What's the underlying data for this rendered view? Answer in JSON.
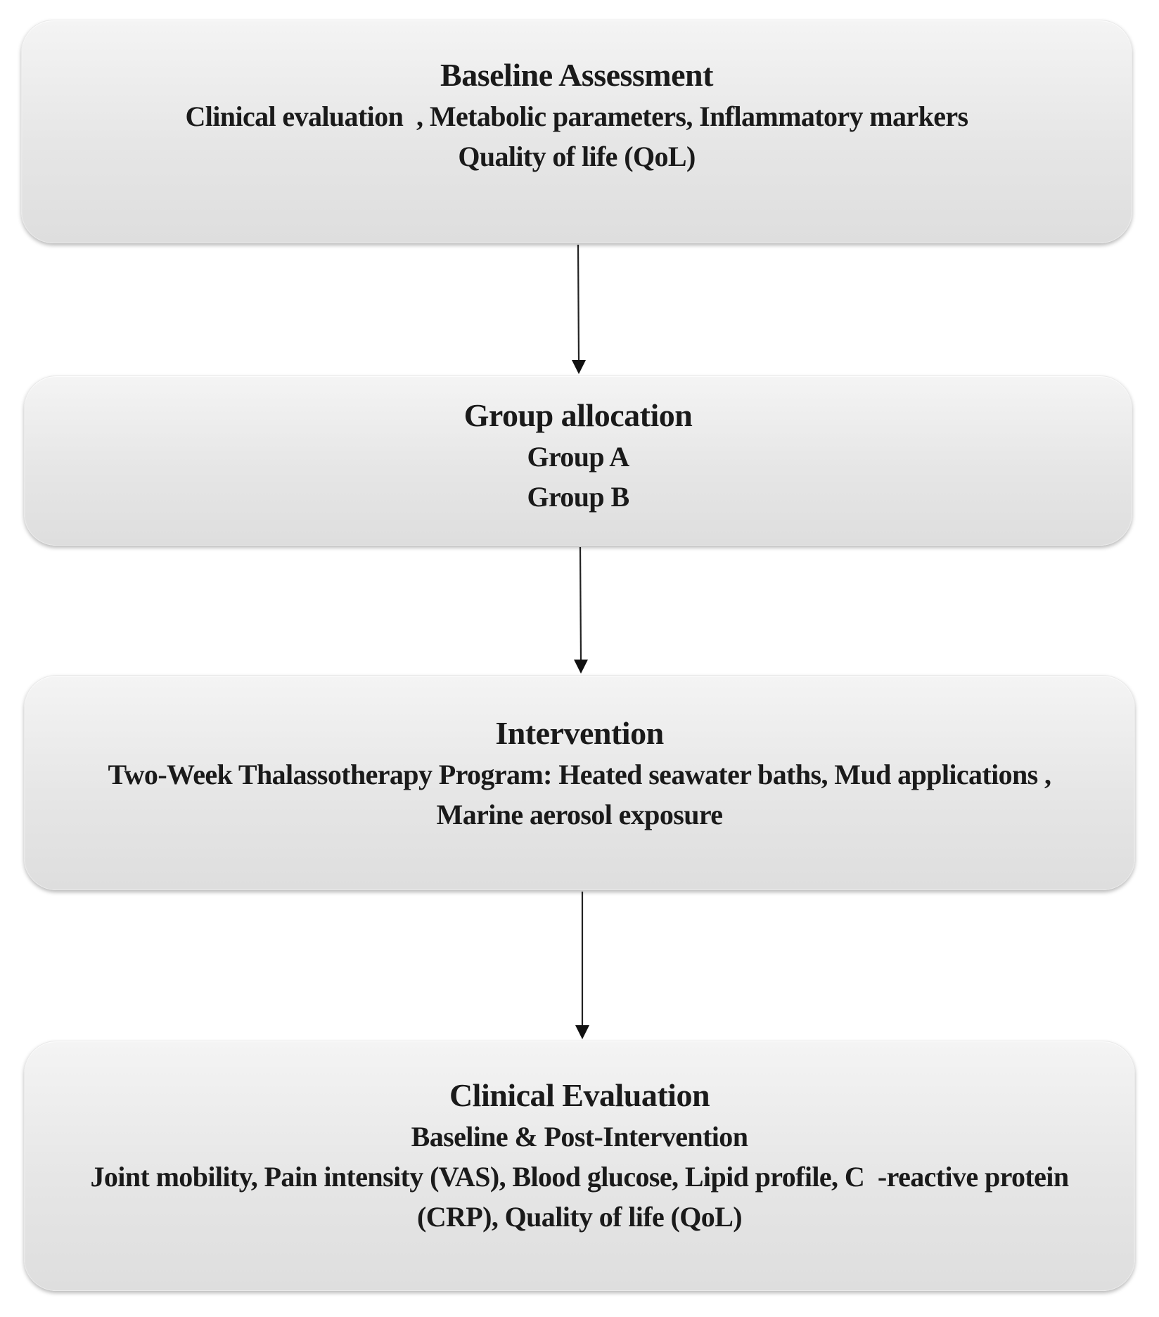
{
  "boxes": [
    {
      "title": "Baseline Assessment",
      "lines": [
        "Clinical evaluation  , Metabolic parameters, Inflammatory markers",
        "Quality of life (QoL)"
      ]
    },
    {
      "title": "Group allocation",
      "lines": [
        "Group A",
        "Group B"
      ]
    },
    {
      "title": "Intervention",
      "lines": [
        "Two-Week Thalassotherapy Program: Heated seawater baths, Mud applications ,",
        "Marine aerosol exposure"
      ]
    },
    {
      "title": "Clinical Evaluation",
      "lines": [
        "Baseline & Post-Intervention",
        "Joint mobility, Pain intensity (VAS), Blood glucose, Lipid profile, C  -reactive protein",
        "(CRP), Quality of life (QoL)"
      ]
    }
  ]
}
